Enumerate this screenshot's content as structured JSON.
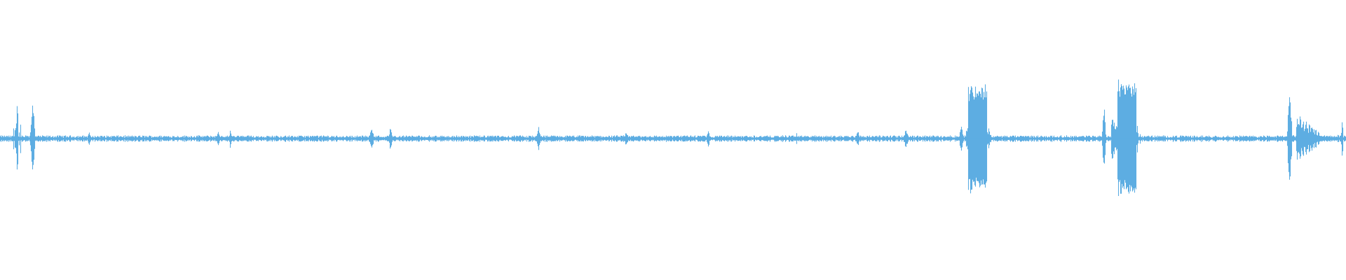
{
  "waveform": {
    "color": "#5dade2",
    "background": "#ffffff",
    "baseline_amplitude": 0.012,
    "bursts": [
      {
        "center": 0.012,
        "width": 0.01,
        "amplitude": 0.14,
        "shape": "spiky"
      },
      {
        "center": 0.024,
        "width": 0.004,
        "amplitude": 0.2,
        "shape": "spike"
      },
      {
        "center": 0.066,
        "width": 0.003,
        "amplitude": 0.035,
        "shape": "spike"
      },
      {
        "center": 0.162,
        "width": 0.004,
        "amplitude": 0.03,
        "shape": "spike"
      },
      {
        "center": 0.171,
        "width": 0.003,
        "amplitude": 0.04,
        "shape": "spike"
      },
      {
        "center": 0.276,
        "width": 0.004,
        "amplitude": 0.06,
        "shape": "spike"
      },
      {
        "center": 0.29,
        "width": 0.003,
        "amplitude": 0.065,
        "shape": "spike"
      },
      {
        "center": 0.4,
        "width": 0.004,
        "amplitude": 0.045,
        "shape": "spike"
      },
      {
        "center": 0.465,
        "width": 0.003,
        "amplitude": 0.03,
        "shape": "spike"
      },
      {
        "center": 0.51,
        "width": 0.01,
        "amplitude": 0.03,
        "shape": "spiky"
      },
      {
        "center": 0.526,
        "width": 0.003,
        "amplitude": 0.045,
        "shape": "spike"
      },
      {
        "center": 0.59,
        "width": 0.01,
        "amplitude": 0.03,
        "shape": "spiky"
      },
      {
        "center": 0.637,
        "width": 0.003,
        "amplitude": 0.04,
        "shape": "spike"
      },
      {
        "center": 0.673,
        "width": 0.003,
        "amplitude": 0.055,
        "shape": "spike"
      },
      {
        "center": 0.714,
        "width": 0.003,
        "amplitude": 0.09,
        "shape": "spike"
      },
      {
        "center": 0.726,
        "width": 0.014,
        "amplitude": 0.2,
        "shape": "block"
      },
      {
        "center": 0.82,
        "width": 0.003,
        "amplitude": 0.18,
        "shape": "spike"
      },
      {
        "center": 0.826,
        "width": 0.008,
        "amplitude": 0.08,
        "shape": "decay"
      },
      {
        "center": 0.837,
        "width": 0.014,
        "amplitude": 0.215,
        "shape": "block"
      },
      {
        "center": 0.958,
        "width": 0.004,
        "amplitude": 0.24,
        "shape": "spike"
      },
      {
        "center": 0.965,
        "width": 0.02,
        "amplitude": 0.09,
        "shape": "decay"
      },
      {
        "center": 0.99,
        "width": 0.02,
        "amplitude": 0.035,
        "shape": "spiky"
      },
      {
        "center": 0.997,
        "width": 0.002,
        "amplitude": 0.085,
        "shape": "spike"
      }
    ]
  }
}
